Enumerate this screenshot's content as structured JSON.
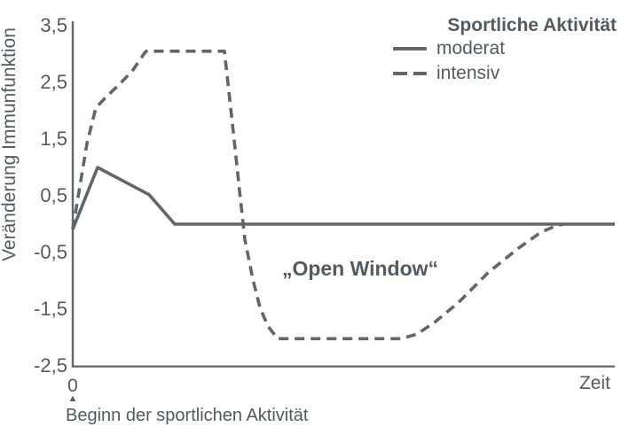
{
  "chart_data": {
    "type": "line",
    "title": "",
    "ylabel": "Veränderung Immunfunktion",
    "xlabel": "Zeit",
    "ylim": [
      -2.5,
      3.5
    ],
    "grid": false,
    "yticks": [
      {
        "v": 3.5,
        "label": "3,5"
      },
      {
        "v": 2.5,
        "label": "2,5"
      },
      {
        "v": 1.5,
        "label": "1,5"
      },
      {
        "v": 0.5,
        "label": "0,5"
      },
      {
        "v": -0.5,
        "label": "-0,5"
      },
      {
        "v": -1.5,
        "label": "-1,5"
      },
      {
        "v": -2.5,
        "label": "-2,5"
      }
    ],
    "x_origin_label": "0",
    "x_axis_label": "Zeit",
    "x_caption": "Beginn der sportlichen Aktivität",
    "start_marker_glyph": "▲",
    "annotation": "„Open Window“",
    "legend": {
      "title": "Sportliche Aktivität",
      "position": "top-right",
      "items": [
        {
          "label": "moderat",
          "style": "solid"
        },
        {
          "label": "intensiv",
          "style": "dashed"
        }
      ]
    },
    "series": [
      {
        "name": "moderat",
        "style": "solid",
        "points": [
          [
            0,
            -0.09
          ],
          [
            4.58,
            1.0
          ],
          [
            14.07,
            0.52
          ],
          [
            18.82,
            0
          ],
          [
            100,
            0
          ]
        ]
      },
      {
        "name": "intensiv",
        "style": "dashed",
        "points": [
          [
            0,
            -0.09
          ],
          [
            2.62,
            1.42
          ],
          [
            4.26,
            2.05
          ],
          [
            6.22,
            2.25
          ],
          [
            8.67,
            2.47
          ],
          [
            11.13,
            2.72
          ],
          [
            13.26,
            3.02
          ],
          [
            13.58,
            3.05
          ],
          [
            27.99,
            3.05
          ],
          [
            29.46,
            1.77
          ],
          [
            30.77,
            0.59
          ],
          [
            31.75,
            -0.27
          ],
          [
            33.22,
            -0.97
          ],
          [
            34.53,
            -1.47
          ],
          [
            36.0,
            -1.8
          ],
          [
            37.81,
            -2.02
          ],
          [
            60.56,
            -2.02
          ],
          [
            63.5,
            -1.94
          ],
          [
            66.78,
            -1.73
          ],
          [
            71.2,
            -1.38
          ],
          [
            76.6,
            -0.86
          ],
          [
            82.0,
            -0.44
          ],
          [
            86.4,
            -0.14
          ],
          [
            89.4,
            -0.02
          ],
          [
            90.67,
            0
          ]
        ]
      }
    ],
    "colors": {
      "line": "#5f676b",
      "text": "#515b61",
      "background": "#ffffff"
    }
  }
}
